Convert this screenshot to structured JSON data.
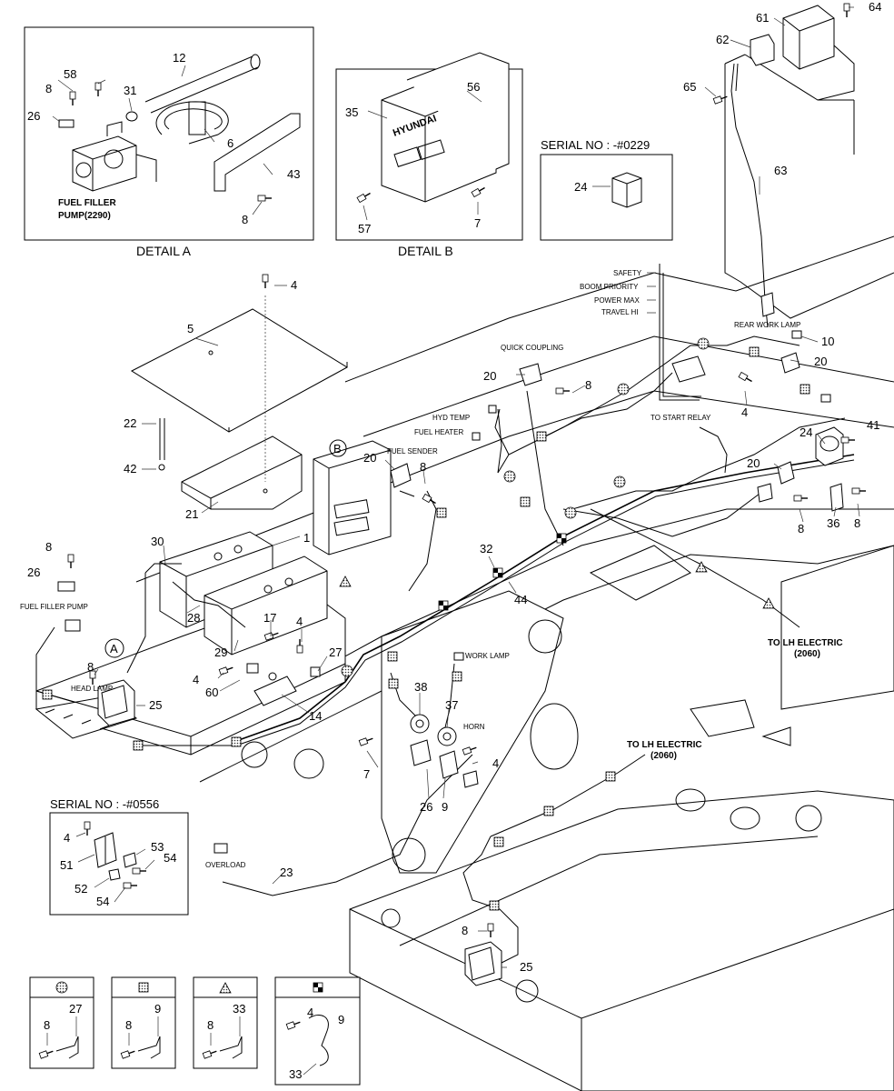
{
  "detail_a": {
    "caption": "DETAIL  A",
    "pump_label_line1": "FUEL FILLER",
    "pump_label_line2": "PUMP(2290)",
    "parts": [
      "12",
      "58",
      "31",
      "8",
      "26",
      "6",
      "43",
      "8"
    ]
  },
  "detail_b": {
    "caption": "DETAIL  B",
    "brand": "HYUNDAI",
    "parts": [
      "35",
      "56",
      "57",
      "7"
    ]
  },
  "serial_top": {
    "label": "SERIAL NO : -#0229",
    "part": "24"
  },
  "serial_bottom": {
    "label": "SERIAL NO : -#0556",
    "parts": [
      "4",
      "51",
      "53",
      "54",
      "52",
      "54"
    ]
  },
  "callouts": {
    "c1": "1",
    "c4a": "4",
    "c4b": "4",
    "c4c": "4",
    "c4d": "4",
    "c4e": "4",
    "c5": "5",
    "c7": "7",
    "c8a": "8",
    "c8b": "8",
    "c8c": "8",
    "c8d": "8",
    "c8e": "8",
    "c8f": "8",
    "c8g": "8",
    "c9": "9",
    "c10": "10",
    "c14": "14",
    "c17": "17",
    "c20a": "20",
    "c20b": "20",
    "c20c": "20",
    "c20d": "20",
    "c21": "21",
    "c22": "22",
    "c23": "23",
    "c24": "24",
    "c25a": "25",
    "c25b": "25",
    "c26a": "26",
    "c26b": "26",
    "c27": "27",
    "c28": "28",
    "c29": "29",
    "c30": "30",
    "c32": "32",
    "c36": "36",
    "c37": "37",
    "c38": "38",
    "c41": "41",
    "c42": "42",
    "c44": "44",
    "c60": "60",
    "c61": "61",
    "c62": "62",
    "c63": "63",
    "c64": "64",
    "c65": "65"
  },
  "labels": {
    "safety": "SAFETY",
    "boom_priority": "BOOM PRIORITY",
    "power_max": "POWER MAX",
    "travel_hi": "TRAVEL HI",
    "quick_coupling": "QUICK COUPLING",
    "rear_work_lamp": "REAR WORK LAMP",
    "hyd_temp": "HYD TEMP",
    "fuel_heater": "FUEL HEATER",
    "fuel_sender": "FUEL SENDER",
    "to_start_relay": "TO START RELAY",
    "fuel_filler_pump": "FUEL FILLER PUMP",
    "to_lh_electric_1": "TO LH ELECTRIC",
    "to_lh_electric_1_code": "(2060)",
    "to_lh_electric_2": "TO LH ELECTRIC",
    "to_lh_electric_2_code": "(2060)",
    "work_lamp": "WORK LAMP",
    "horn": "HORN",
    "overload": "OVERLOAD",
    "head_lamp": "HEAD LAMP",
    "marker_a": "A",
    "marker_b": "B"
  },
  "legend": [
    {
      "symbol": "dotted-circle",
      "parts": [
        "27",
        "8"
      ]
    },
    {
      "symbol": "dotted-square",
      "parts": [
        "9",
        "8"
      ]
    },
    {
      "symbol": "dotted-triangle",
      "parts": [
        "33",
        "8"
      ]
    },
    {
      "symbol": "checker-square",
      "parts": [
        "4",
        "9",
        "33"
      ]
    }
  ]
}
